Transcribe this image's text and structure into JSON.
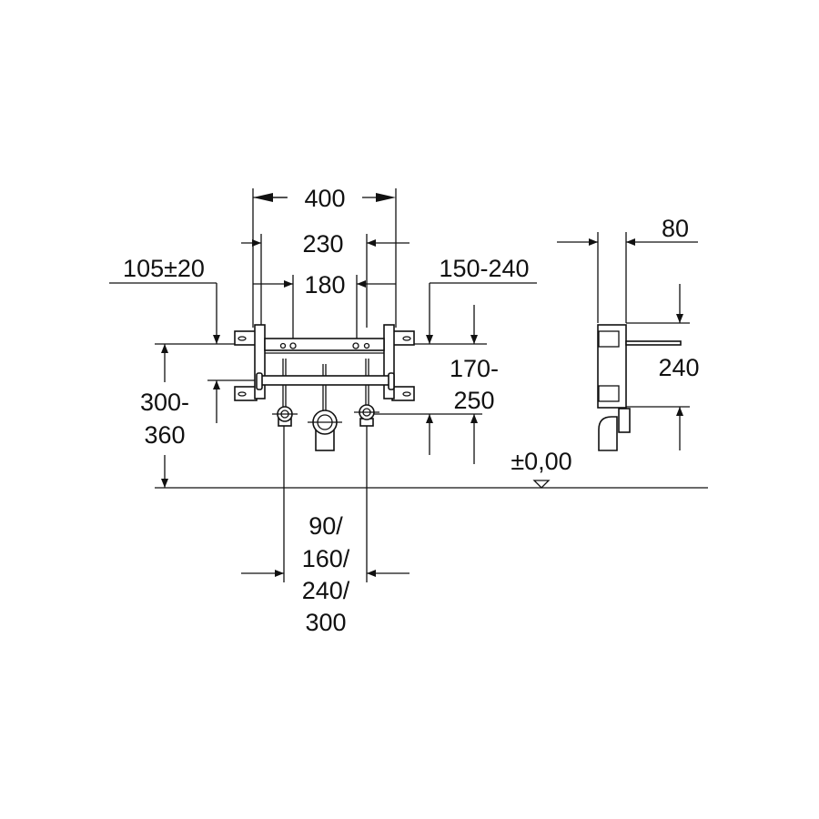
{
  "drawing": {
    "front_view": {
      "width_total": "400",
      "width_mid": "230",
      "width_holes": "180",
      "left_offset": "105±20",
      "right_offset": "150-240",
      "height_from_floor_line1": "300-",
      "height_from_floor_line2": "360",
      "valve_height_line1": "170-",
      "valve_height_line2": "250",
      "valve_spacing_lines": [
        "90/",
        "160/",
        "240/",
        "300"
      ]
    },
    "side_view": {
      "depth": "80",
      "height": "240"
    },
    "floor_level": "±0,00",
    "line_color": "#111111"
  }
}
